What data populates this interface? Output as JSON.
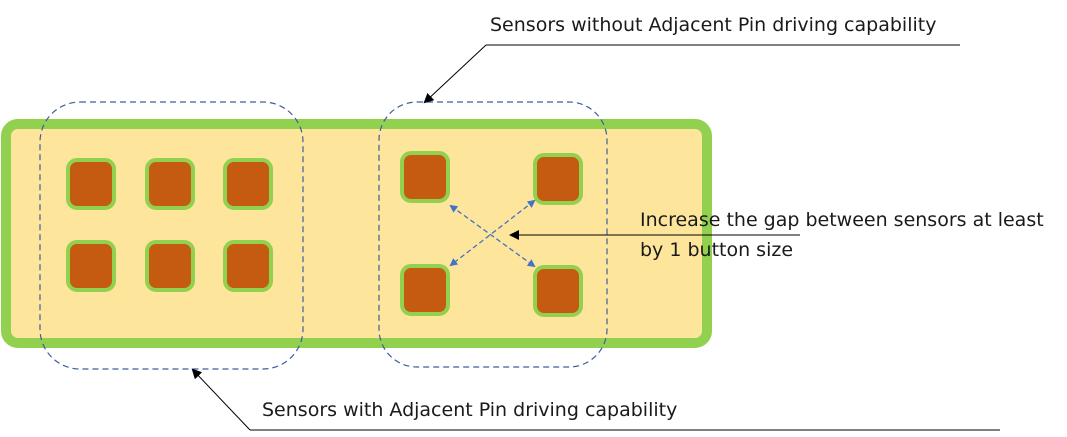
{
  "labels": {
    "top_callout": "Sensors without Adjacent Pin driving capability",
    "bottom_callout": "Sensors with Adjacent Pin driving capability",
    "gap_note_line1": "Increase the gap between sensors at least",
    "gap_note_line2": "by 1 button size"
  },
  "colors": {
    "board_fill": "#fde69b",
    "board_border": "#92d050",
    "button_fill": "#c55a11",
    "button_border": "#92d050",
    "group_outline": "#3c5f9a",
    "gap_arrow": "#4472c4",
    "leader_line": "#000000"
  },
  "groups": {
    "with_adjacent_pin_driving": {
      "button_layout": "2 rows x 3 columns",
      "button_count": 6
    },
    "without_adjacent_pin_driving": {
      "button_layout": "diagonal corners",
      "button_count": 4
    }
  }
}
